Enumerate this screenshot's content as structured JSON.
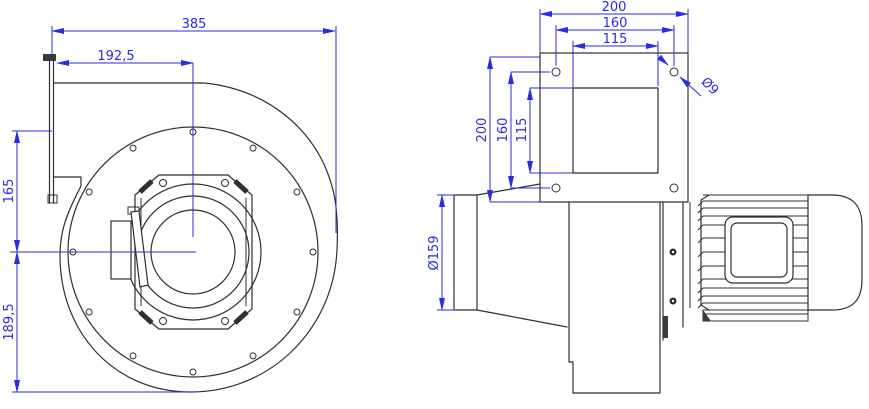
{
  "drawing_kind": "centrifugal-fan-dimensioned-drawing",
  "colors": {
    "dimension_blue": "#2b2bdf",
    "line_black": "#2f2f2f",
    "background": "#ffffff"
  },
  "dims": {
    "front": {
      "overall_width": "385",
      "flange_to_center": "192,5",
      "flange_top_to_center": "165",
      "center_to_bottom": "189,5"
    },
    "side": {
      "flange_width": "200",
      "bolt_spacing_w": "160",
      "outlet_width": "115",
      "flange_height": "200",
      "bolt_spacing_h": "160",
      "outlet_height": "115",
      "bolt_hole_diameter": "Ø9",
      "inlet_diameter": "Ø159"
    }
  }
}
